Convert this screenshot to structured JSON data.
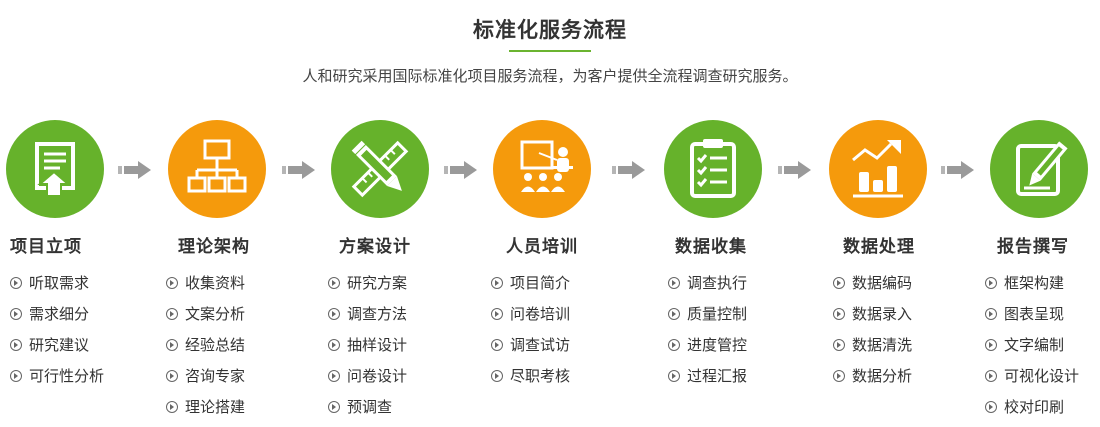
{
  "header": {
    "title": "标准化服务流程",
    "subtitle": "人和研究采用国际标准化项目服务流程，为客户提供全流程调查研究服务。"
  },
  "colors": {
    "green": "#66b22b",
    "orange": "#f59a0c",
    "accent_line": "#6bb430",
    "arrow": "#9a9a9a"
  },
  "steps": [
    {
      "title": "项目立项",
      "icon": "document-upload-icon",
      "color": "green",
      "items": [
        "听取需求",
        "需求细分",
        "研究建议",
        "可行性分析"
      ]
    },
    {
      "title": "理论架构",
      "icon": "org-chart-icon",
      "color": "orange",
      "items": [
        "收集资料",
        "文案分析",
        "经验总结",
        "咨询专家",
        "理论搭建"
      ]
    },
    {
      "title": "方案设计",
      "icon": "pencil-ruler-icon",
      "color": "green",
      "items": [
        "研究方案",
        "调查方法",
        "抽样设计",
        "问卷设计",
        "预调查"
      ]
    },
    {
      "title": "人员培训",
      "icon": "training-presentation-icon",
      "color": "orange",
      "items": [
        "项目简介",
        "问卷培训",
        "调查试访",
        "尽职考核"
      ]
    },
    {
      "title": "数据收集",
      "icon": "clipboard-checklist-icon",
      "color": "green",
      "items": [
        "调查执行",
        "质量控制",
        "进度管控",
        "过程汇报"
      ]
    },
    {
      "title": "数据处理",
      "icon": "growth-chart-icon",
      "color": "orange",
      "items": [
        "数据编码",
        "数据录入",
        "数据清洗",
        "数据分析"
      ]
    },
    {
      "title": "报告撰写",
      "icon": "report-edit-icon",
      "color": "green",
      "items": [
        "框架构建",
        "图表呈现",
        "文字编制",
        "可视化设计",
        "校对印刷"
      ]
    }
  ]
}
